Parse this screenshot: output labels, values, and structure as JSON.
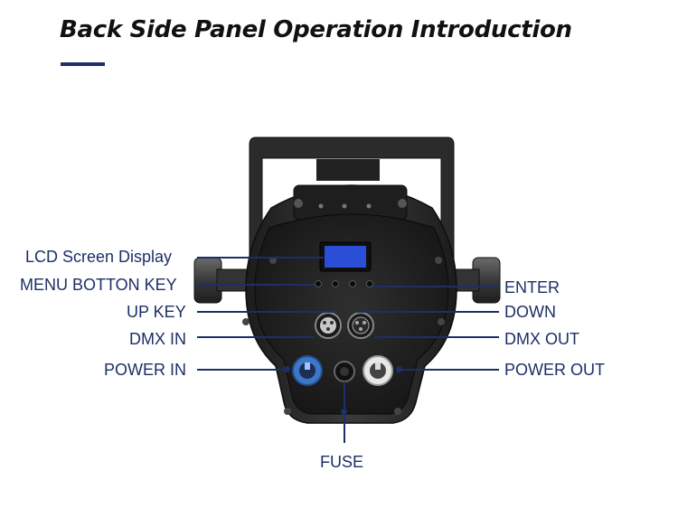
{
  "title": "Back Side Panel Operation Introduction",
  "labels": {
    "lcd_screen_display": "LCD Screen Display",
    "menu_button_key": "MENU BOTTON KEY",
    "up_key": "UP KEY",
    "dmx_in": "DMX IN",
    "power_in": "POWER IN",
    "enter": "ENTER",
    "down": "DOWN",
    "dmx_out": "DMX OUT",
    "power_out": "POWER OUT",
    "fuse": "FUSE"
  },
  "colors": {
    "accent": "#1c2f68",
    "device_body": "#2a2a2a",
    "lcd": "#2a4fd6",
    "power_in_connector": "#3c78c8",
    "power_out_connector": "#e8e8e8"
  }
}
